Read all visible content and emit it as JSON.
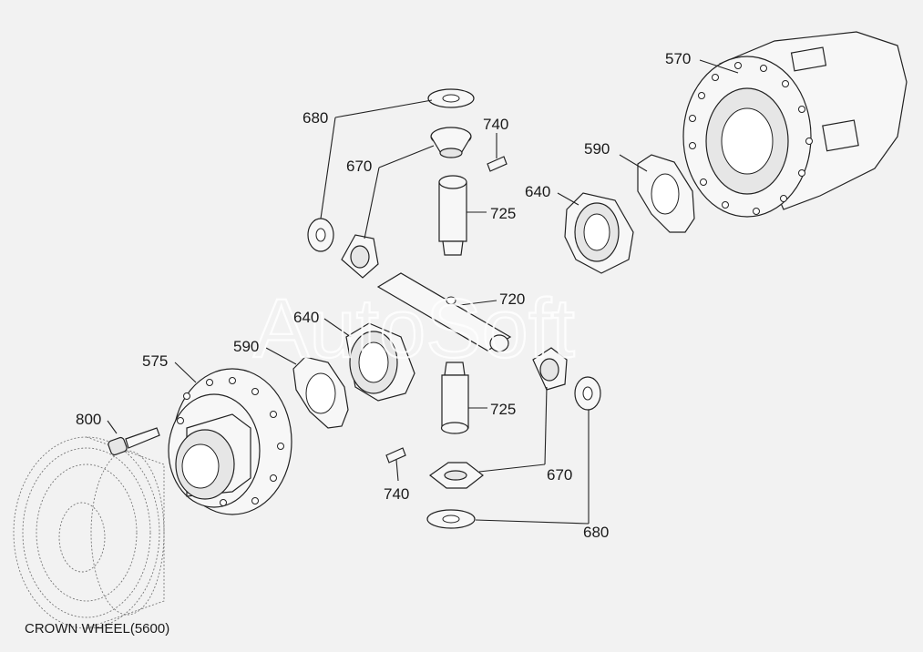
{
  "diagram": {
    "watermark": "AutoSoft",
    "caption": "CROWN WHEEL(5600)",
    "labels": {
      "l570": "570",
      "l680_top": "680",
      "l740_top": "740",
      "l670_top": "670",
      "l590_right": "590",
      "l725_top": "725",
      "l640_right": "640",
      "l720": "720",
      "l640_left": "640",
      "l590_left": "590",
      "l575": "575",
      "l800": "800",
      "l725_bottom": "725",
      "l740_bottom": "740",
      "l670_bottom": "670",
      "l680_bottom": "680"
    }
  }
}
